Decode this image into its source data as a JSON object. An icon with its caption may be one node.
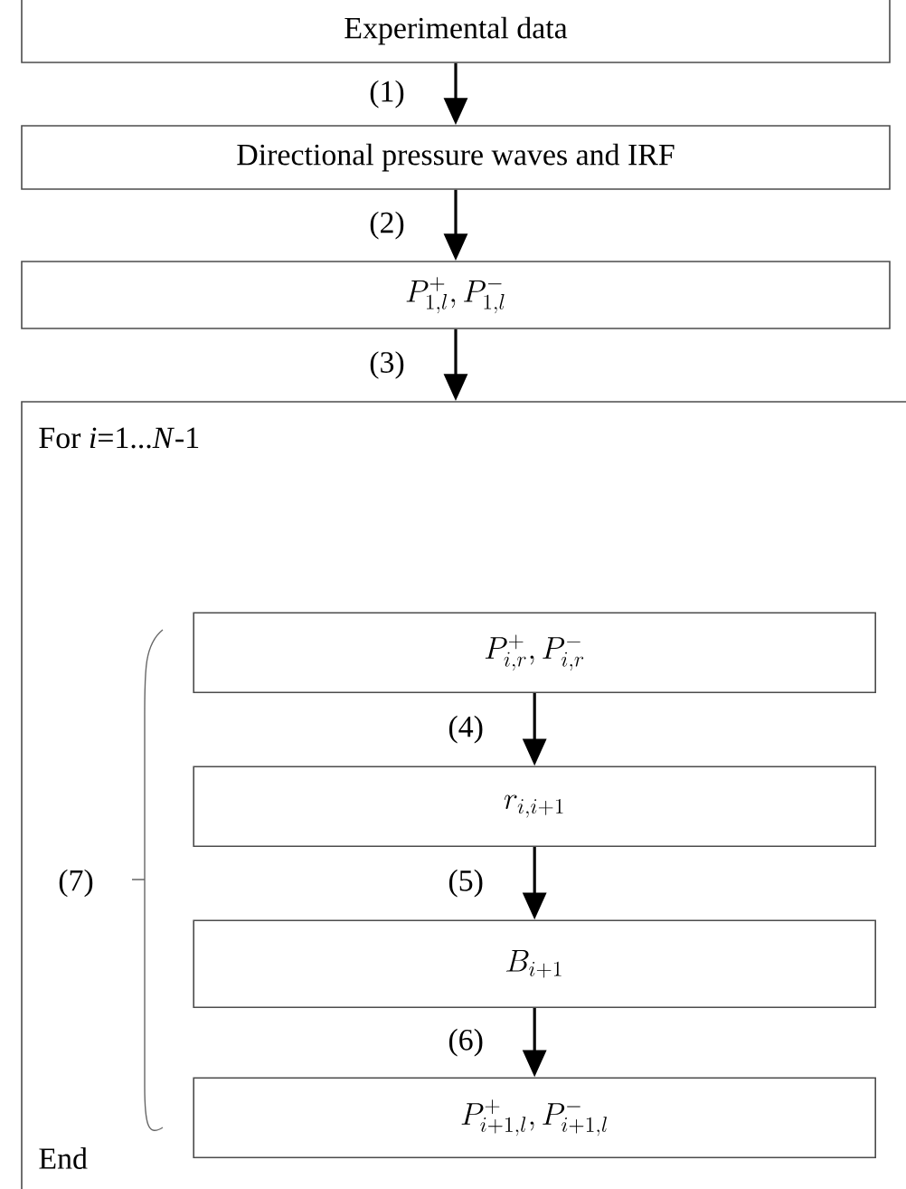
{
  "diagram": {
    "nodes": [
      {
        "text": [
          "Experimental data"
        ]
      },
      {
        "text": [
          "Directional pressure waves and IRF"
        ]
      },
      {
        "text": [
          "P^{+}_{1,l}, P^{-}_{1,l}"
        ]
      },
      {
        "text": [
          "For *i*=1...*N*-1",
          "End"
        ]
      },
      {
        "text": [
          "P^{+}_{i,r}, P^{-}_{i,r}"
        ],
        "in": 3
      },
      {
        "text": [
          "r_{i,i+1}"
        ],
        "in": 3
      },
      {
        "text": [
          "B_{i+1}"
        ],
        "in": 3
      },
      {
        "text": [
          "P^{+}_{i+1,l}, P^{-}_{i+1,l}"
        ],
        "in": 3
      }
    ],
    "edges": [
      {
        "from": 0,
        "to": 1,
        "arrow": "to",
        "label": "(1)"
      },
      {
        "from": 1,
        "to": 2,
        "arrow": "to",
        "label": "(2)"
      },
      {
        "from": 2,
        "to": 3,
        "arrow": "to",
        "label": "(3)"
      },
      {
        "from": 4,
        "to": 5,
        "arrow": "to",
        "label": "(4)"
      },
      {
        "from": 5,
        "to": 6,
        "arrow": "to",
        "label": "(5)"
      },
      {
        "from": 6,
        "to": 7,
        "arrow": "to",
        "label": "(6)"
      }
    ],
    "labels": [
      "(7)"
    ]
  }
}
